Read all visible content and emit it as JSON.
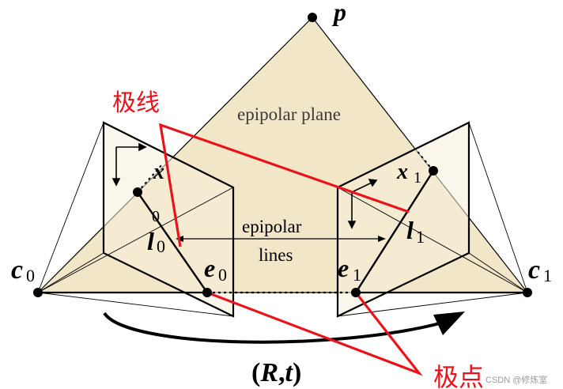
{
  "labels": {
    "p": "p",
    "epipolar_plane": "epipolar plane",
    "x0": "x",
    "x0_sub": "0",
    "x1": "x",
    "x1_sub": "1",
    "l0": "l",
    "l0_sub": "0",
    "l1": "l",
    "l1_sub": "1",
    "epipolar_lines_line1": "epipolar",
    "epipolar_lines_line2": "lines",
    "c0": "c",
    "c0_sub": "0",
    "c1": "c",
    "c1_sub": "1",
    "e0": "e",
    "e0_sub": "0",
    "e1": "e",
    "e1_sub": "1",
    "motion_open": "(",
    "motion_R": "R",
    "motion_comma": ",",
    "motion_t": "t",
    "motion_close": ")"
  },
  "annotations": {
    "epipolar_line_zh": "极线",
    "epipole_zh": "极点"
  },
  "watermark": "CSDN @修炼室",
  "colors": {
    "plane_fill": "#f2e6c9",
    "plane_stroke": "#000000",
    "annotation_red": "#e8141c",
    "line_black": "#000000"
  }
}
